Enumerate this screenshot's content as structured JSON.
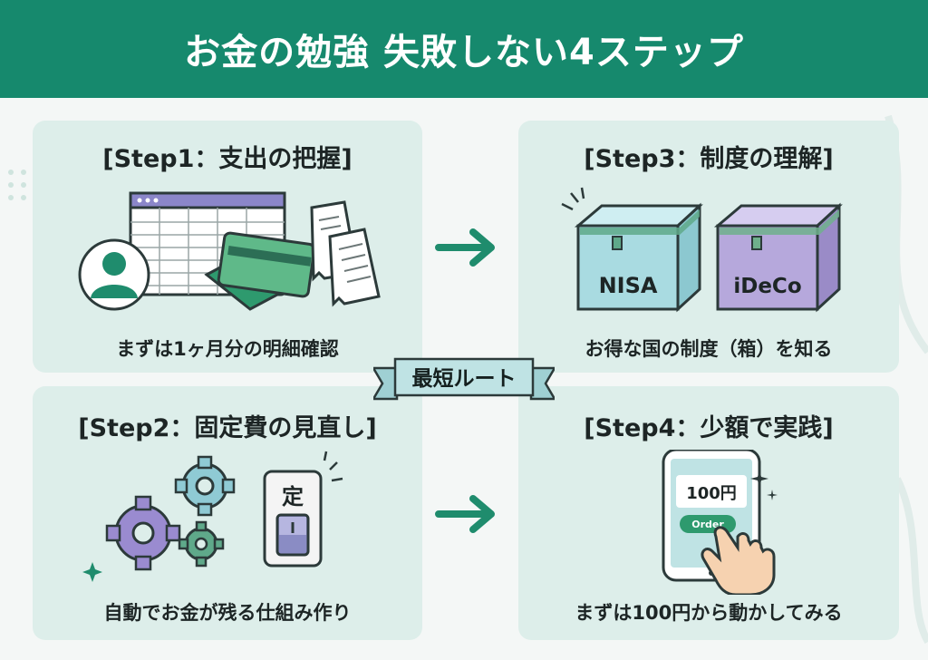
{
  "header": {
    "title": "お金の勉強 失敗しない4ステップ"
  },
  "ribbon": {
    "label": "最短ルート"
  },
  "steps": [
    {
      "title": "[Step1：支出の把握]",
      "caption": "まずは1ヶ月分の明細確認"
    },
    {
      "title": "[Step2：固定費の見直し]",
      "caption": "自動でお金が残る仕組み作り",
      "switch_label": "定"
    },
    {
      "title": "[Step3：制度の理解]",
      "caption": "お得な国の制度（箱）を知る",
      "box1_label": "NISA",
      "box2_label": "iDeCo"
    },
    {
      "title": "[Step4：少額で実践]",
      "caption": "まずは100円から動かしてみる",
      "phone_price": "100円",
      "phone_button": "Order"
    }
  ],
  "colors": {
    "header": "#16896d",
    "card": "#ddeeea",
    "arrow": "#1f8c6d",
    "teal_box": "#a9dbe1",
    "purple_box": "#b6a8dc",
    "ribbon": "#bfe3e4"
  }
}
